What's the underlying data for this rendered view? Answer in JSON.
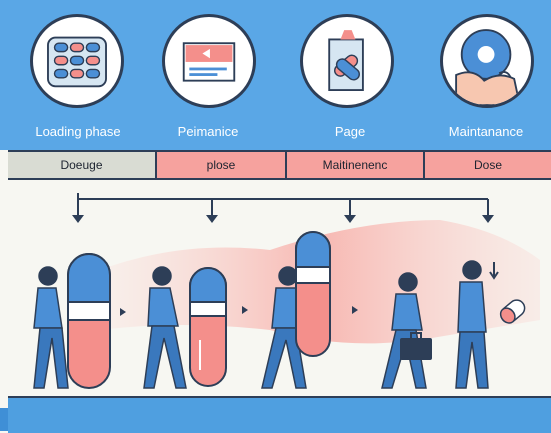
{
  "phases": [
    {
      "label": "Loading phase",
      "icon": "pill-blister-icon"
    },
    {
      "label": "Peimanice",
      "icon": "document-screen-icon"
    },
    {
      "label": "Page",
      "icon": "pill-pack-icon"
    },
    {
      "label": "Maintanance",
      "icon": "hand-disc-icon"
    }
  ],
  "row_labels": [
    "Doeuge",
    "plose",
    "Maitinenenc",
    "Dose"
  ],
  "colors": {
    "sky": "#5aa7e6",
    "pink": "#f6a29e",
    "navy": "#2d3e57",
    "person": "#4b8fd6"
  }
}
